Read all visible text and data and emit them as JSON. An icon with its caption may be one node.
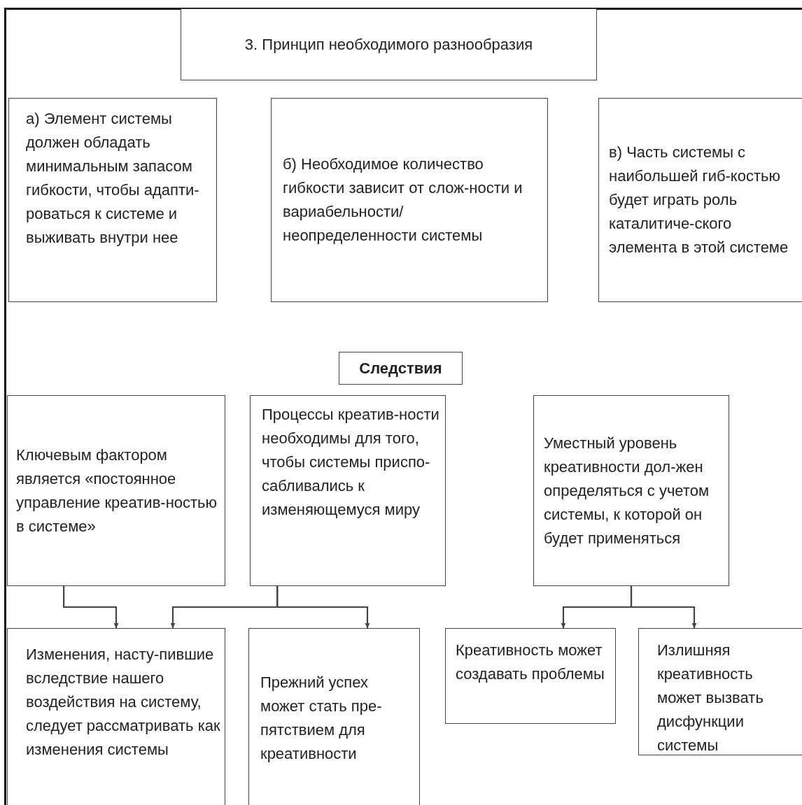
{
  "diagram": {
    "nodes": [
      {
        "text": [
          "3. Принцип необходимого разнообразия"
        ]
      },
      {
        "text": [
          "а) Элемент системы должен обладать минимальным запасом гибкости, чтобы адапти-роваться к системе и выживать внутри нее"
        ]
      },
      {
        "text": [
          "б) Необходимое количество гибкости зависит от слож-ности и вариабельности/ неопределенности системы"
        ]
      },
      {
        "text": [
          "в) Часть системы с наибольшей гиб-костью будет играть роль каталитиче-ского элемента в этой системе"
        ]
      },
      {
        "text": [
          "Следствия"
        ]
      },
      {
        "text": [
          "Ключевым фактором является «постоянное управление креатив-ностью в системе»"
        ]
      },
      {
        "text": [
          "Процессы креатив-ности необходимы для того, чтобы системы приспо-сабливались к изменяющемуся миру"
        ]
      },
      {
        "text": [
          "Уместный уровень креативности дол-жен определяться с учетом системы, к которой он будет применяться"
        ]
      },
      {
        "text": [
          "Изменения, насту-пившие вследствие нашего воздействия на систему, следует рассматривать как изменения системы"
        ]
      },
      {
        "text": [
          "Прежний успех может стать пре-пятствием для креативности"
        ]
      },
      {
        "text": [
          "Креативность может создавать проблемы"
        ]
      },
      {
        "text": [
          "Излишняя креативность может вызвать дисфункции системы"
        ]
      }
    ],
    "edges": [
      {
        "from": 5,
        "to": 8,
        "arrow": "to"
      },
      {
        "from": 6,
        "to": 8,
        "arrow": "to"
      },
      {
        "from": 6,
        "to": 9,
        "arrow": "to"
      },
      {
        "from": 7,
        "to": 10,
        "arrow": "to"
      },
      {
        "from": 7,
        "to": 11,
        "arrow": "to"
      }
    ]
  }
}
